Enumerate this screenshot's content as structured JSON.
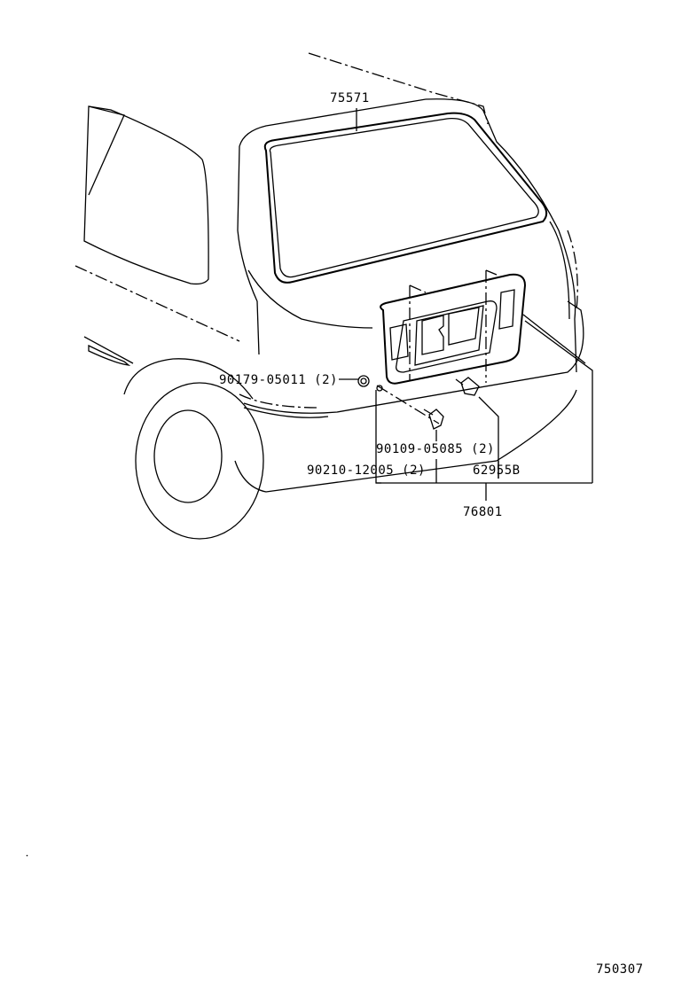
{
  "diagram": {
    "labels": {
      "p75571": "75571",
      "p90179": "90179-05011 (2)",
      "p90109": "90109-05085 (2)",
      "p90210": "90210-12005 (2)",
      "p62955": "62955B",
      "p76801": "76801",
      "figure_number": "750307"
    }
  }
}
